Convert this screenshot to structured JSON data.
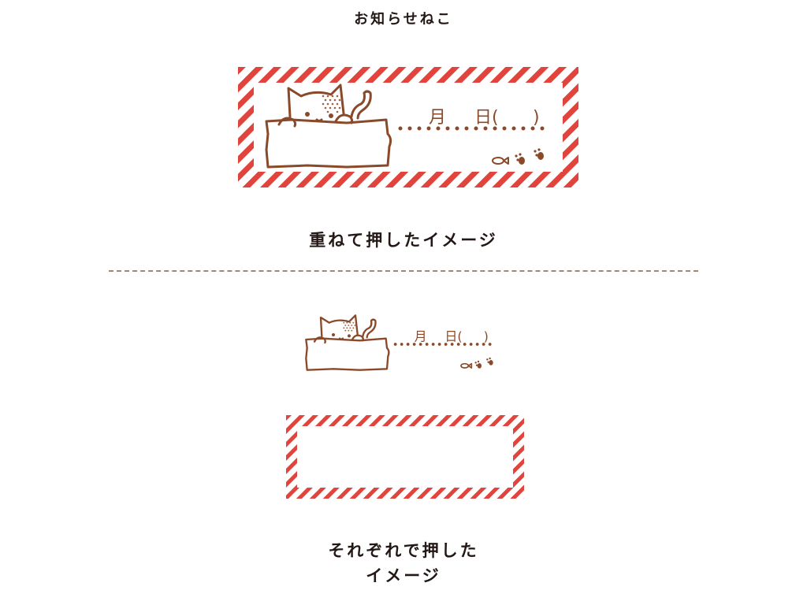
{
  "header": {
    "title": "お知らせねこ"
  },
  "overlay_section": {
    "caption": "重ねて押したイメージ",
    "stamp": {
      "month_label": "月",
      "day_label": "日(",
      "close_paren": ")"
    }
  },
  "separate_section": {
    "caption_line1": "それぞれで押した",
    "caption_line2": "イメージ",
    "stamp": {
      "month_label": "月",
      "day_label": "日(",
      "close_paren": ")"
    }
  },
  "colors": {
    "stripe": "#e0443c",
    "ink": "#8a4a2a",
    "text": "#231815",
    "divider": "#9d8a74"
  }
}
